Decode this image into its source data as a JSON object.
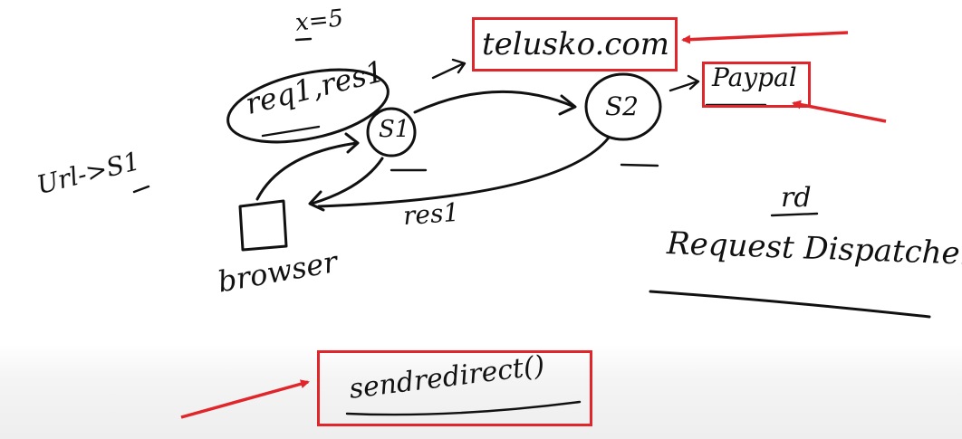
{
  "colors": {
    "ink": "#111111",
    "highlight": "#e0262b",
    "background": "#ffffff"
  },
  "labels": {
    "x_eq": "x=5",
    "session_vars": "req1,res1",
    "s1": "S1",
    "s2": "S2",
    "url_to_s1": "Url->S1",
    "browser": "browser",
    "res1": "res1",
    "telusko": "telusko.com",
    "paypal": "Paypal",
    "rd": "rd",
    "request_dispatcher": "Request Dispatcher",
    "send_redirect": "sendredirect()"
  },
  "highlights": [
    "telusko-box",
    "paypal-box",
    "sendredirect-box"
  ]
}
